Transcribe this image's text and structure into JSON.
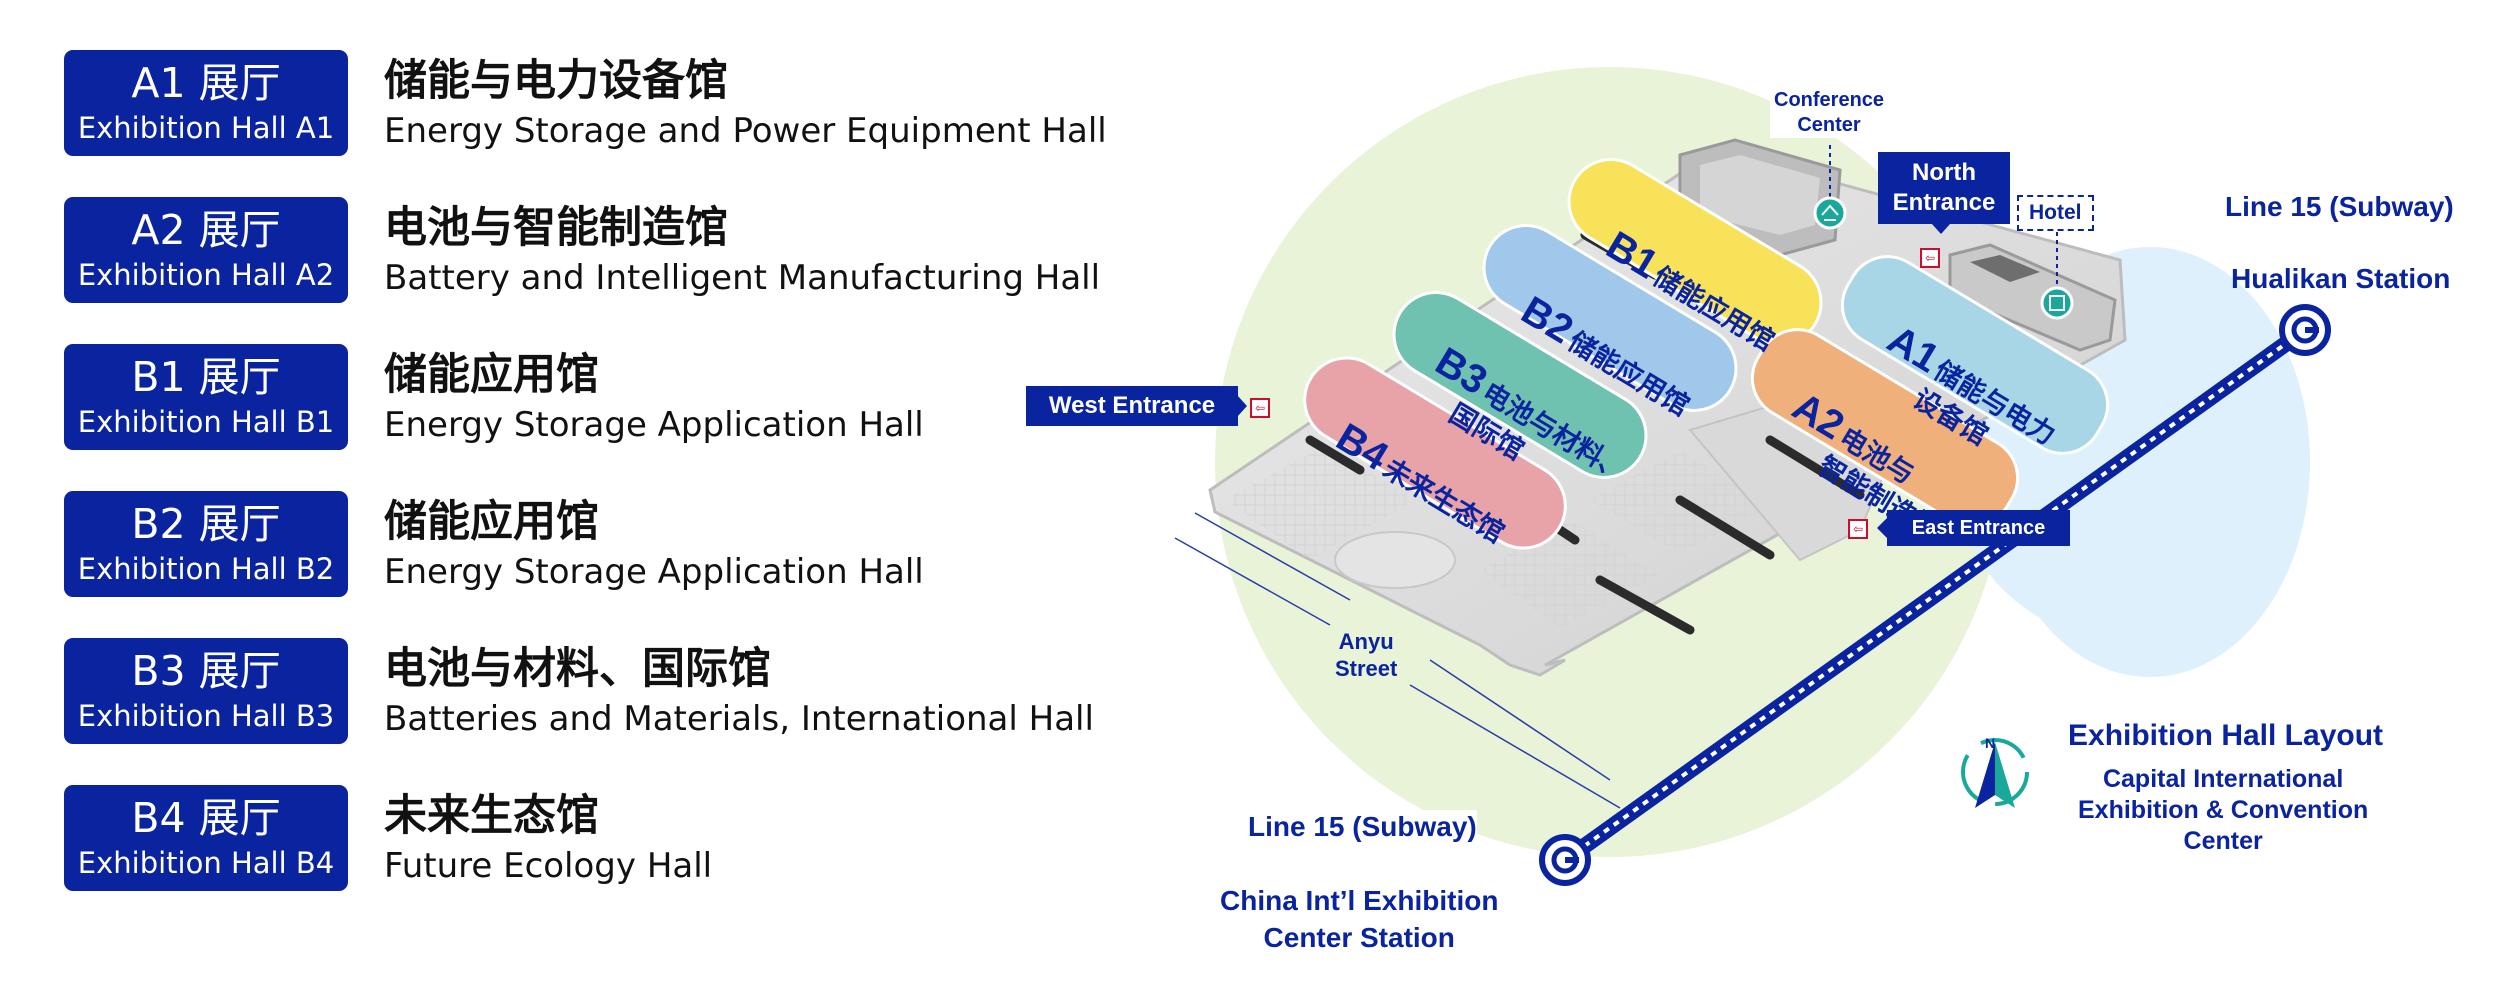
{
  "halls": [
    {
      "code": "A1 展厅",
      "code_en": "Exhibition Hall A1",
      "name_cn": "储能与电力设备馆",
      "name_en": "Energy Storage and Power Equipment Hall"
    },
    {
      "code": "A2 展厅",
      "code_en": "Exhibition Hall A2",
      "name_cn": "电池与智能制造馆",
      "name_en": "Battery and Intelligent Manufacturing Hall"
    },
    {
      "code": "B1 展厅",
      "code_en": "Exhibition Hall B1",
      "name_cn": "储能应用馆",
      "name_en": "Energy Storage Application Hall"
    },
    {
      "code": "B2 展厅",
      "code_en": "Exhibition Hall B2",
      "name_cn": "储能应用馆",
      "name_en": "Energy Storage Application Hall"
    },
    {
      "code": "B3 展厅",
      "code_en": "Exhibition Hall B3",
      "name_cn": "电池与材料、国际馆",
      "name_en": "Batteries and Materials, International Hall"
    },
    {
      "code": "B4 展厅",
      "code_en": "Exhibition Hall B4",
      "name_cn": "未来生态馆",
      "name_en": "Future Ecology Hall"
    }
  ],
  "map": {
    "hall_labels": {
      "a1": {
        "code": "A1",
        "cn_line1": "储能与电力",
        "cn_line2": "设备馆"
      },
      "a2": {
        "code": "A2",
        "cn_line1": "电池与",
        "cn_line2": "智能制造馆"
      },
      "b1": {
        "code": "B1",
        "cn": "储能应用馆"
      },
      "b2": {
        "code": "B2",
        "cn": "储能应用馆"
      },
      "b3": {
        "code": "B3",
        "cn_line1": "电池与材料、",
        "cn_line2": "国际馆"
      },
      "b4": {
        "code": "B4",
        "cn": "未来生态馆"
      }
    },
    "conference_center": "Conference\nCenter",
    "north_entrance": "North\nEntrance",
    "hotel": "Hotel",
    "west_entrance": "West Entrance",
    "east_entrance": "East Entrance",
    "street": "Anyu\nStreet",
    "line15_top": "Line 15 (Subway)",
    "station_top": "Hualikan Station",
    "line15_bottom": "Line 15 (Subway)",
    "station_bottom": "China Int’l Exhibition\nCenter Station",
    "compass_letter": "N",
    "layout_title": "Exhibition Hall Layout",
    "venue_name": "Capital International\nExhibition & Convention\nCenter"
  },
  "colors": {
    "brand_blue": "#0a239e",
    "hall_a1": "#a9d6e6",
    "hall_a2": "#f0b07c",
    "hall_b1": "#f7e25a",
    "hall_b2": "#9fc8ea",
    "hall_b3": "#6fc2b0",
    "hall_b4": "#e8a3a8",
    "green_zone": "#e8f3d8",
    "blue_zone": "#ddf0fb"
  },
  "icons": [
    "entrance-icon",
    "conference-icon",
    "hotel-icon",
    "subway-icon",
    "compass-icon"
  ]
}
